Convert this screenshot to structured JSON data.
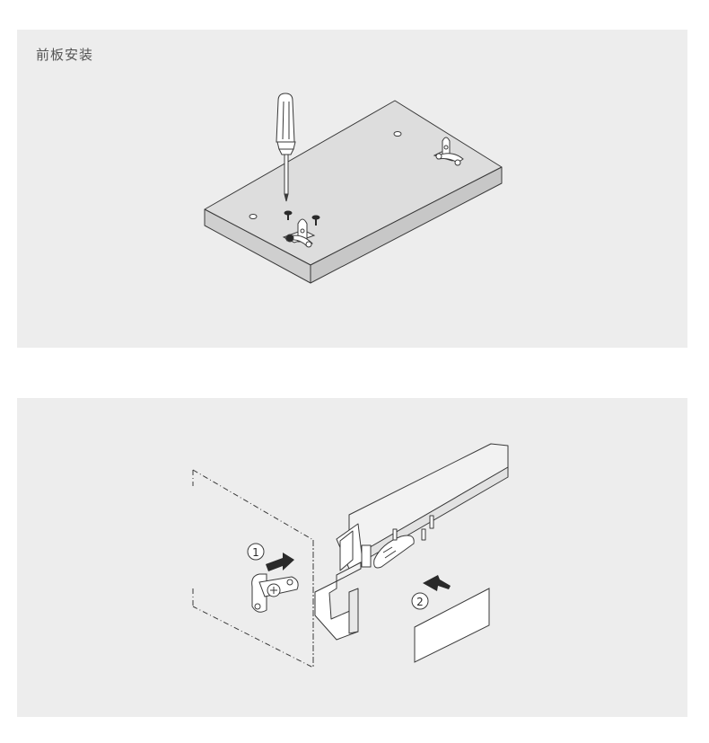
{
  "top_panel": {
    "title": "前板安装"
  },
  "bottom_panel": {
    "step1_label": "1",
    "step2_label": "2"
  },
  "colors": {
    "panel_bg": "#ededed",
    "board_top": "#dcdcdc",
    "board_side": "#cfcfcf",
    "line": "#3a3a3a",
    "arrow": "#2a2a2a"
  },
  "icons": [
    "screwdriver-icon",
    "screw-icon",
    "bracket-icon",
    "arrow-right-icon",
    "arrow-left-icon"
  ]
}
